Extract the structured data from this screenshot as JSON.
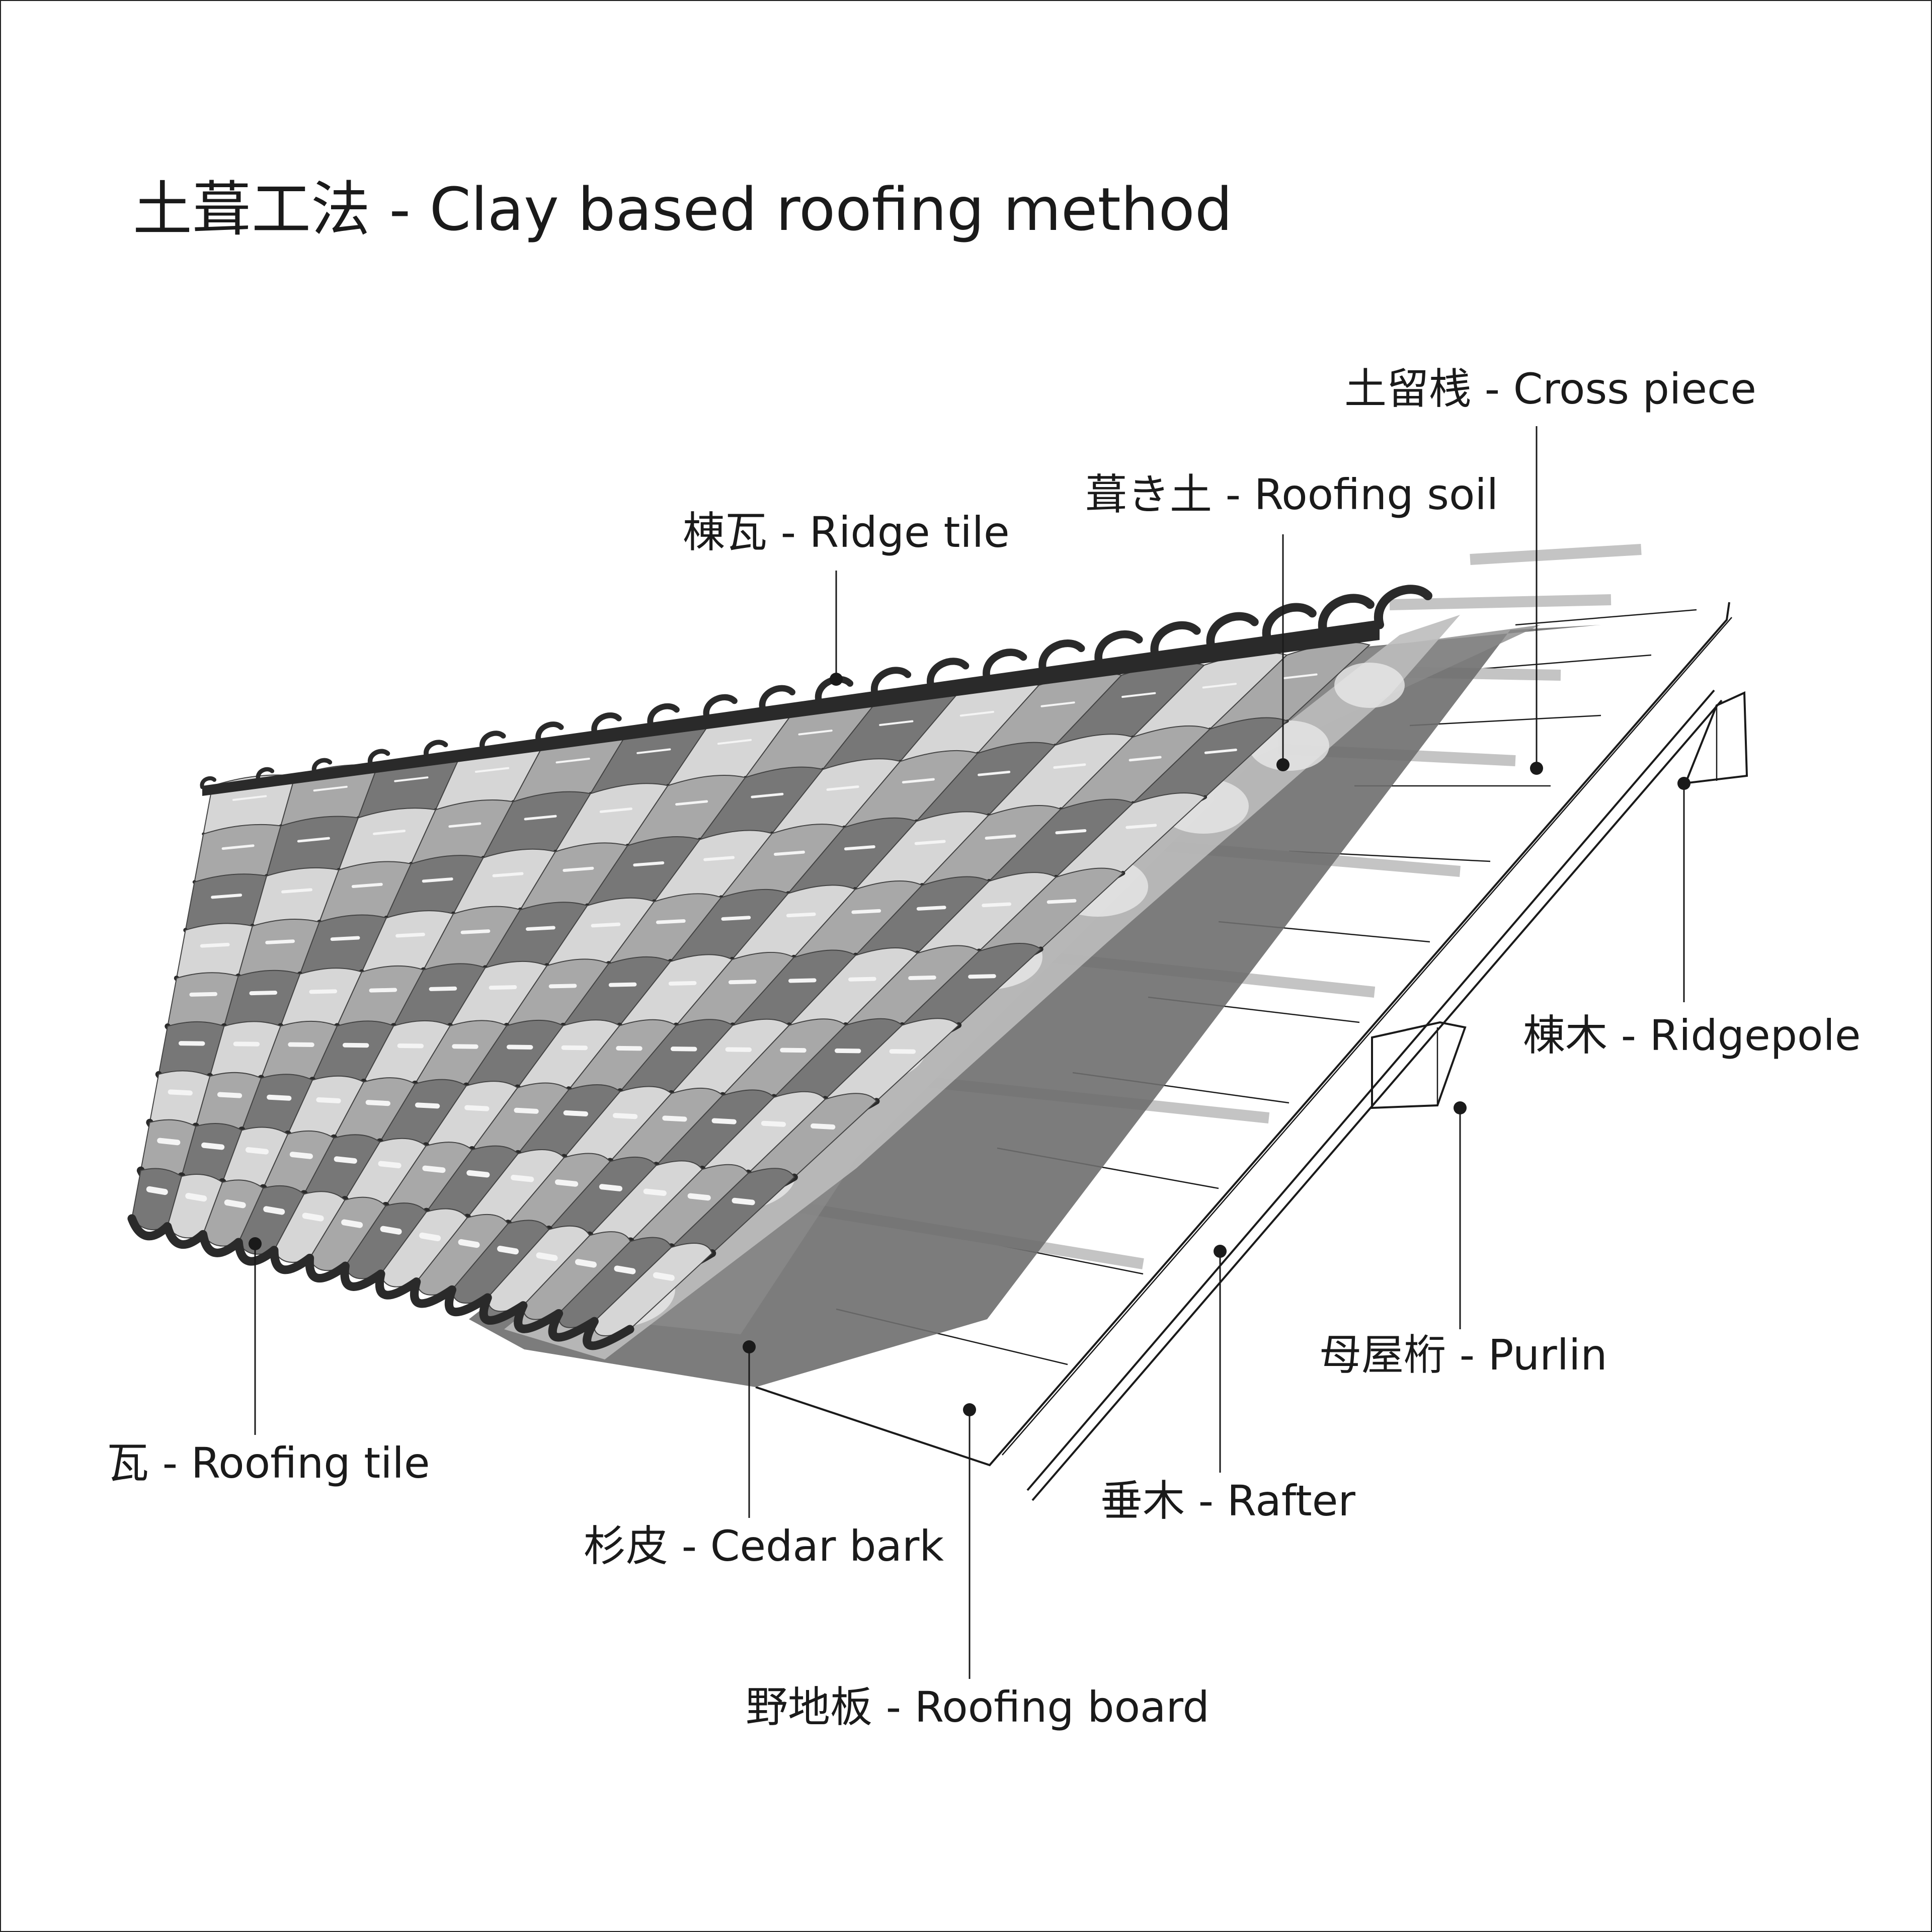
{
  "title": "土葺工法 - Clay based roofing method",
  "colors": {
    "background": "#ffffff",
    "ink": "#1a1a1a",
    "tile_dark": "#2a2a2a",
    "tile_mid": "#777777",
    "tile_light": "#d6d6d6",
    "bark": "#6e6e6e",
    "soil": "#bdbdbd",
    "cross_piece": "#c4c4c4"
  },
  "labels": {
    "cross_piece": "土留桟 - Cross piece",
    "roofing_soil": "葺き土 - Roofing soil",
    "ridge_tile": "棟瓦 - Ridge tile",
    "ridgepole": "棟木 - Ridgepole",
    "purlin": "母屋桁 - Purlin",
    "rafter": "垂木 - Rafter",
    "roofing_tile": "瓦 - Roofing tile",
    "cedar_bark": "杉皮 - Cedar bark",
    "roofing_board": "野地板 - Roofing board"
  }
}
